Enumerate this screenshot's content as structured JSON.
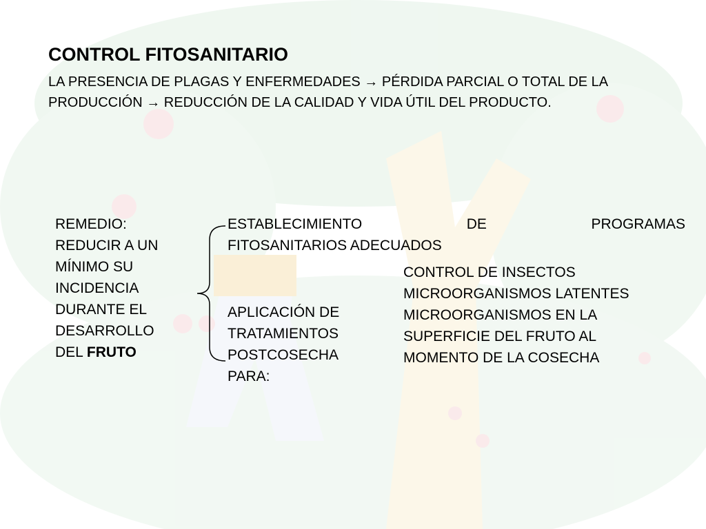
{
  "slide": {
    "title": "CONTROL FITOSANITARIO",
    "subtitle_line1": "LA PRESENCIA DE PLAGAS Y ENFERMEDADES → PÉRDIDA PARCIAL O TOTAL DE LA",
    "subtitle_line2": "PRODUCCIÓN → REDUCCIÓN DE LA CALIDAD Y VIDA ÚTIL DEL PRODUCTO."
  },
  "remedio": {
    "lines": [
      "REMEDIO:",
      "REDUCIR A UN",
      "MÍNIMO SU",
      "INCIDENCIA",
      "DURANTE EL",
      "DESARROLLO"
    ],
    "last_prefix": "DEL ",
    "last_bold": "FRUTO"
  },
  "establecimiento": {
    "word1": "ESTABLECIMIENTO",
    "word2": "DE",
    "word3": "PROGRAMAS",
    "line2": "FITOSANITARIOS ADECUADOS"
  },
  "aplicacion": {
    "lines": [
      "APLICACIÓN DE",
      "TRATAMIENTOS",
      "POSTCOSECHA",
      "PARA:"
    ]
  },
  "control": {
    "lines": [
      "CONTROL DE INSECTOS",
      "MICROORGANISMOS LATENTES",
      "MICROORGANISMOS EN LA",
      "SUPERFICIE DEL FRUTO AL",
      "MOMENTO DE LA COSECHA"
    ]
  },
  "colors": {
    "background": "#ffffff",
    "text": "#000000",
    "watermark_green": "#dcefe0",
    "watermark_trunk": "#fbf0d2",
    "watermark_apple": "#f6d7d9"
  }
}
